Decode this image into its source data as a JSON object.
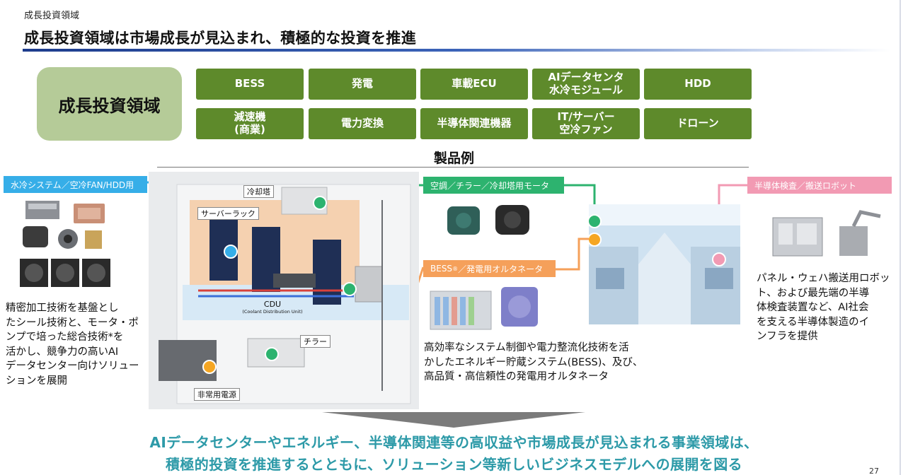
{
  "breadcrumb": "成長投資領域",
  "headline": "成長投資領域は市場成長が見込まれ、積極的な投資を推進",
  "area_label": "成長投資領域",
  "tags": [
    "BESS",
    "発電",
    "車載ECU",
    "AIデータセンタ\n水冷モジュール",
    "HDD",
    "減速機\n(商業)",
    "電力変換",
    "半導体関連機器",
    "IT/サーバー\n空冷ファン",
    "ドローン"
  ],
  "examples_title": "製品例",
  "categories": {
    "water_cooling": "水冷システム／空冷FAN/HDD用",
    "hvac": "空調／チラー／冷却塔用モータ",
    "bess": "BESS",
    "bess_sup": "®",
    "bess_rest": "／発電用オルタネータ",
    "semiconductor": "半導体検査／搬送ロボット"
  },
  "diagram_labels": {
    "cooling_tower": "冷却塔",
    "server_rack": "サーバーラック",
    "cdu": "CDU",
    "cdu_full": "(Coolant Distribution Unit)",
    "chiller": "チラー",
    "emergency_power": "非常用電源"
  },
  "descriptions": {
    "left": "精密加工技術を基盤とし\nたシール技術と、モータ・ポ\nンプで培った総合技術*を\n活かし、競争力の高いAI\nデータセンター向けソリュー\nションを展開",
    "middle": "高効率なシステム制御や電力整流化技術を活\nかしたエネルギー貯蔵システム(BESS)、及び、\n高品質・高信頼性の発電用オルタネータ",
    "right": "パネル・ウェハ搬送用ロボッ\nト、および最先端の半導\n体検査装置など、AI社会\nを支える半導体製造のイ\nンフラを提供"
  },
  "conclusion": {
    "line1": "AIデータセンターやエネルギー、半導体関連等の高収益や市場成長が見込まれる事業領域は、",
    "line2": "積極的投資を推進するとともに、ソリューション等新しいビジネスモデルへの展開を図る"
  },
  "page_number": "27",
  "colors": {
    "tag_green": "#5e8a2b",
    "area_label_bg": "#b5cb98",
    "blue_line": "#36aee8",
    "green_line": "#2db36f",
    "orange_line": "#f5a05a",
    "pink_line": "#f29ab3",
    "conclusion_teal": "#2d9aa8",
    "headline_rule": "#1d3c8c"
  }
}
